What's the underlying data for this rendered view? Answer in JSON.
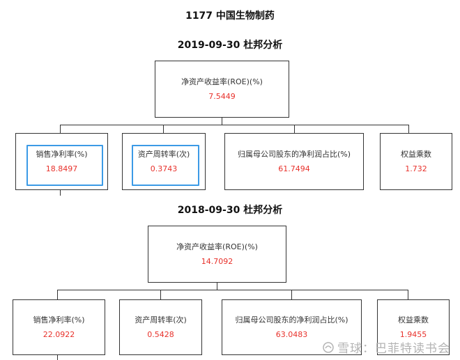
{
  "page_title": "1177 中国生物制药",
  "sections": [
    {
      "title": "2019-09-30 杜邦分析",
      "root": {
        "label": "净资产收益率(ROE)(%)",
        "value": "7.5449"
      },
      "children": [
        {
          "label": "销售净利率(%)",
          "value": "18.8497"
        },
        {
          "label": "资产周转率(次)",
          "value": "0.3743"
        },
        {
          "label": "归属母公司股东的净利润占比(%)",
          "value": "61.7494"
        },
        {
          "label": "权益乘数",
          "value": "1.732"
        }
      ]
    },
    {
      "title": "2018-09-30 杜邦分析",
      "root": {
        "label": "净资产收益率(ROE)(%)",
        "value": "14.7092"
      },
      "children": [
        {
          "label": "销售净利率(%)",
          "value": "22.0922"
        },
        {
          "label": "资产周转率(次)",
          "value": "0.5428"
        },
        {
          "label": "归属母公司股东的净利润占比(%)",
          "value": "63.0483"
        },
        {
          "label": "权益乘数",
          "value": "1.9455"
        }
      ]
    }
  ],
  "watermark": "雪球：巴菲特读书会",
  "colors": {
    "value_red": "#e8312b",
    "highlight_blue": "#3b9ae6",
    "watermark_gray": "#b4b4b4"
  }
}
